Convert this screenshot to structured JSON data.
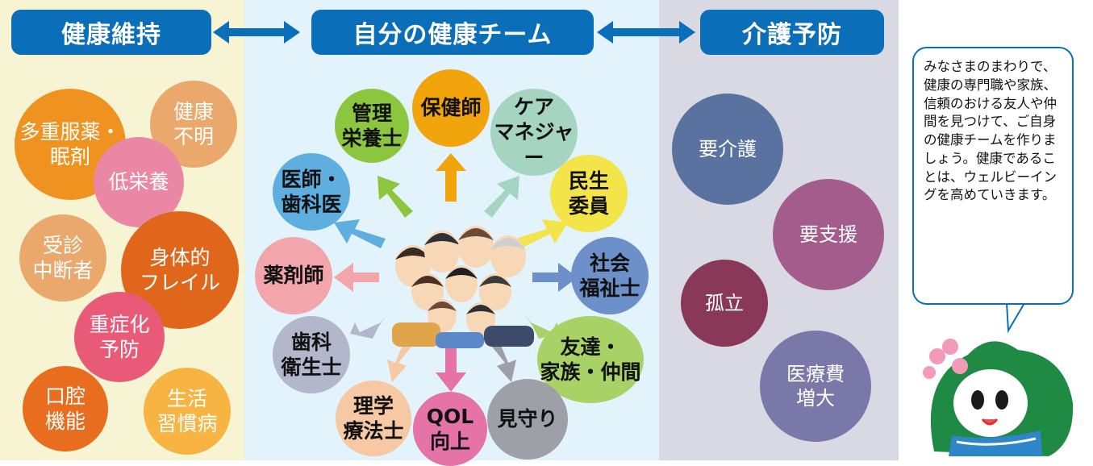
{
  "colors": {
    "accent": "#0a6fb8"
  },
  "headers": {
    "left": "健康維持",
    "center": "自分の健康チーム",
    "right": "介護予防"
  },
  "left_items": [
    {
      "label": "多重服薬・\n眠剤",
      "color": "#f09220"
    },
    {
      "label": "健康\n不明",
      "color": "#eba86c"
    },
    {
      "label": "低栄養",
      "color": "#ea87a5"
    },
    {
      "label": "受診\n中断者",
      "color": "#eba86c"
    },
    {
      "label": "身体的\nフレイル",
      "color": "#e0661c"
    },
    {
      "label": "重症化\n予防",
      "color": "#e85a78"
    },
    {
      "label": "口腔\n機能",
      "color": "#e86d1e"
    },
    {
      "label": "生活\n習慣病",
      "color": "#f7b443"
    }
  ],
  "team_items": [
    {
      "label": "保健師",
      "color": "#f2a40c"
    },
    {
      "label": "管理\n栄養士",
      "color": "#8cc63f"
    },
    {
      "label": "ケア\nマネジャー",
      "color": "#a5d5c0"
    },
    {
      "label": "医師・\n歯科医",
      "color": "#5eaedf"
    },
    {
      "label": "民生\n委員",
      "color": "#f3e44a"
    },
    {
      "label": "薬剤師",
      "color": "#f2a5ab"
    },
    {
      "label": "社会\n福祉士",
      "color": "#6d8fca"
    },
    {
      "label": "歯科\n衛生士",
      "color": "#b3b7cc"
    },
    {
      "label": "友達・\n家族・仲間",
      "color": "#a8d266"
    },
    {
      "label": "理学\n療法士",
      "color": "#f6c8a3"
    },
    {
      "label": "QOL\n向上",
      "color": "#e573a7"
    },
    {
      "label": "見守り",
      "color": "#9ea0a8"
    }
  ],
  "right_items": [
    {
      "label": "要介護",
      "color": "#5a729f"
    },
    {
      "label": "要支援",
      "color": "#a45c8c"
    },
    {
      "label": "孤立",
      "color": "#8a3857"
    },
    {
      "label": "医療費\n増大",
      "color": "#7a77a9"
    }
  ],
  "bubble_text": "みなさまのまわりで、健康の専門職や家族、信頼のおける友人や仲間を見つけて、ご自身の健康チームを作りましょう。健康であることは、ウェルビーイングを高めていきます。",
  "icons": [
    "double-arrow-icon",
    "people-group-illustration",
    "mascot-character"
  ]
}
